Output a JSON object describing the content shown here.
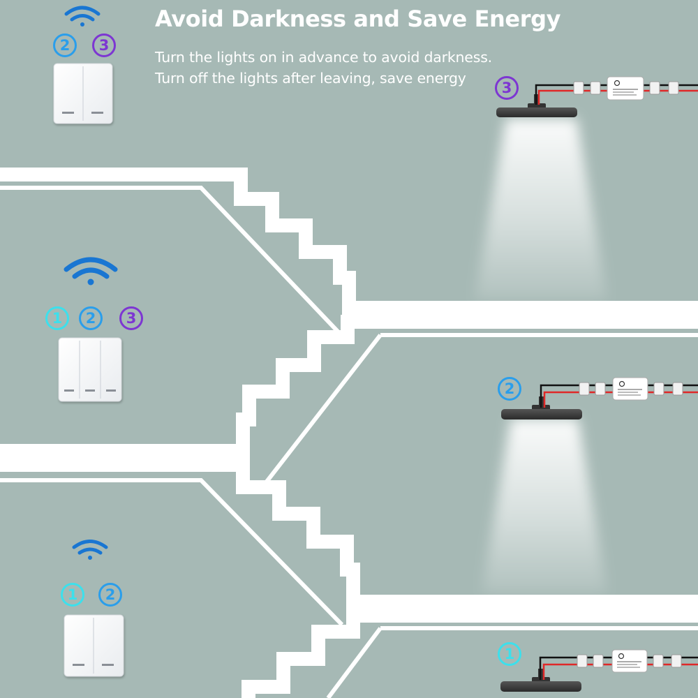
{
  "header": {
    "title": "Avoid Darkness and Save Energy",
    "line1": "Turn the lights on in advance to avoid darkness.",
    "line2": "Turn off the lights after leaving, save energy"
  },
  "badges": {
    "one": "1",
    "two": "2",
    "three": "3"
  },
  "colors": {
    "wall": "#a6b9b5",
    "stair_outline": "#ffffff",
    "badge_one": "#3ce0ec",
    "badge_two": "#2a9eeb",
    "badge_three": "#7d36d2",
    "wifi": "#1976d2",
    "lamp": "#3a3a3a",
    "wire_red": "#e02828",
    "wire_black": "#111111"
  },
  "icons": [
    "wifi-icon",
    "wall-switch",
    "ceiling-lamp",
    "light-beam",
    "relay-module"
  ],
  "switches": [
    {
      "floor": "top",
      "gangs": 2,
      "controls": [
        "2",
        "3"
      ]
    },
    {
      "floor": "middle",
      "gangs": 3,
      "controls": [
        "1",
        "2",
        "3"
      ]
    },
    {
      "floor": "bottom",
      "gangs": 2,
      "controls": [
        "1",
        "2"
      ]
    }
  ],
  "lamps": [
    {
      "floor": "top",
      "badge": "3"
    },
    {
      "floor": "middle",
      "badge": "2"
    },
    {
      "floor": "bottom",
      "badge": "1"
    }
  ]
}
